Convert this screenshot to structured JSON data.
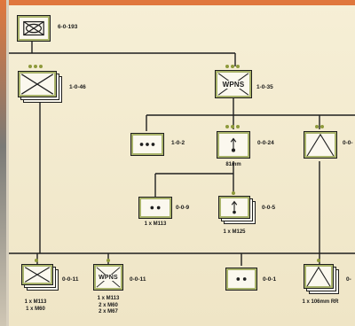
{
  "units": {
    "hq": {
      "code": "6-0-193"
    },
    "co_left": {
      "code": "1-0-46"
    },
    "wpns_co": {
      "code": "1-0-35",
      "symbol_text": "WPNS"
    },
    "plt_a": {
      "code": "1-0-2"
    },
    "mortar": {
      "code": "0-0-24",
      "caption": "81mm"
    },
    "at": {
      "code": "0-0-"
    },
    "mtr_sec1": {
      "code": "0-0-9",
      "caption": "1 x M113"
    },
    "mtr_sec2": {
      "code": "0-0-5",
      "caption": "1 x M125"
    },
    "inf_bl": {
      "code": "0-0-11",
      "caption_l1": "1 x M113",
      "caption_l2": "1 x M60"
    },
    "wpns_bl": {
      "code": "0-0-11",
      "symbol_text": "WPNS",
      "caption_l1": "1 x M113",
      "caption_l2": "2 x M60",
      "caption_l3": "2 x M67"
    },
    "sec_br1": {
      "code": "0-0-1"
    },
    "sec_br2": {
      "code": "0-",
      "caption": "1 x 106mm RR"
    }
  },
  "colors": {
    "frame": "#e0773d",
    "dot": "#8e9a3b",
    "line": "#1f1f1f",
    "bg": "#f4ecd2"
  }
}
